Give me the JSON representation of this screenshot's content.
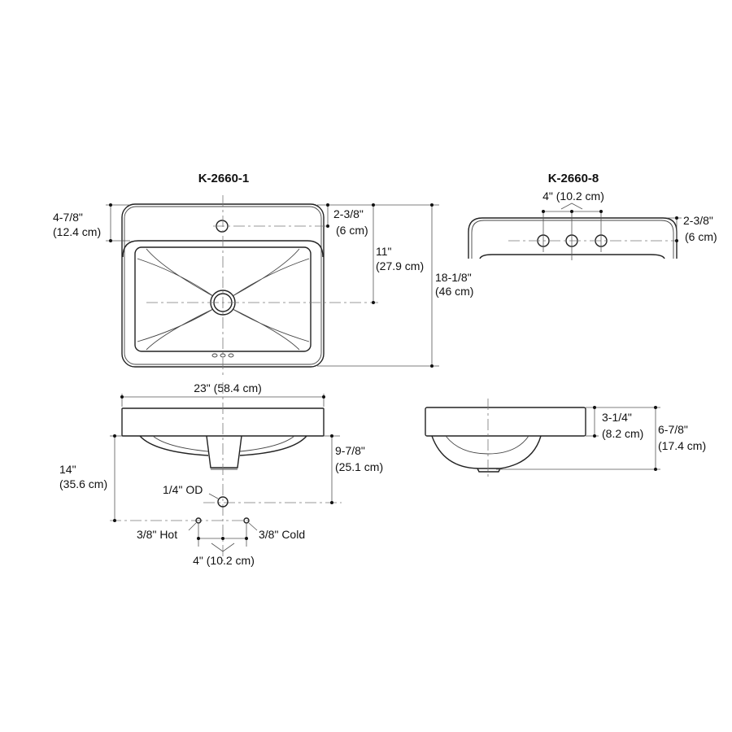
{
  "top_view": {
    "title": "K-2660-1",
    "dim_deck_depth": [
      "4-7/8\"",
      "(12.4 cm)"
    ],
    "dim_faucet_hole": [
      "2-3/8\"",
      "(6 cm)"
    ],
    "dim_drain": [
      "11\"",
      "(27.9 cm)"
    ],
    "dim_overall_depth": [
      "18-1/8\"",
      "(46 cm)"
    ]
  },
  "top_view_8": {
    "title": "K-2660-8",
    "dim_spread": "4\" (10.2 cm)",
    "dim_faucet_hole": [
      "2-3/8\"",
      "(6 cm)"
    ]
  },
  "front_view": {
    "dim_width": "23\" (58.4 cm)",
    "dim_supply_height": [
      "14\"",
      "(35.6 cm)"
    ],
    "dim_drain_height": [
      "9-7/8\"",
      "(25.1 cm)"
    ],
    "drain_label": "1/4\" OD",
    "hot_label": "3/8\" Hot",
    "cold_label": "3/8\" Cold",
    "dim_supply_spread": "4\" (10.2 cm)"
  },
  "side_view": {
    "dim_deck": [
      "3-1/4\"",
      "(8.2 cm)"
    ],
    "dim_overall_height": [
      "6-7/8\"",
      "(17.4 cm)"
    ]
  }
}
